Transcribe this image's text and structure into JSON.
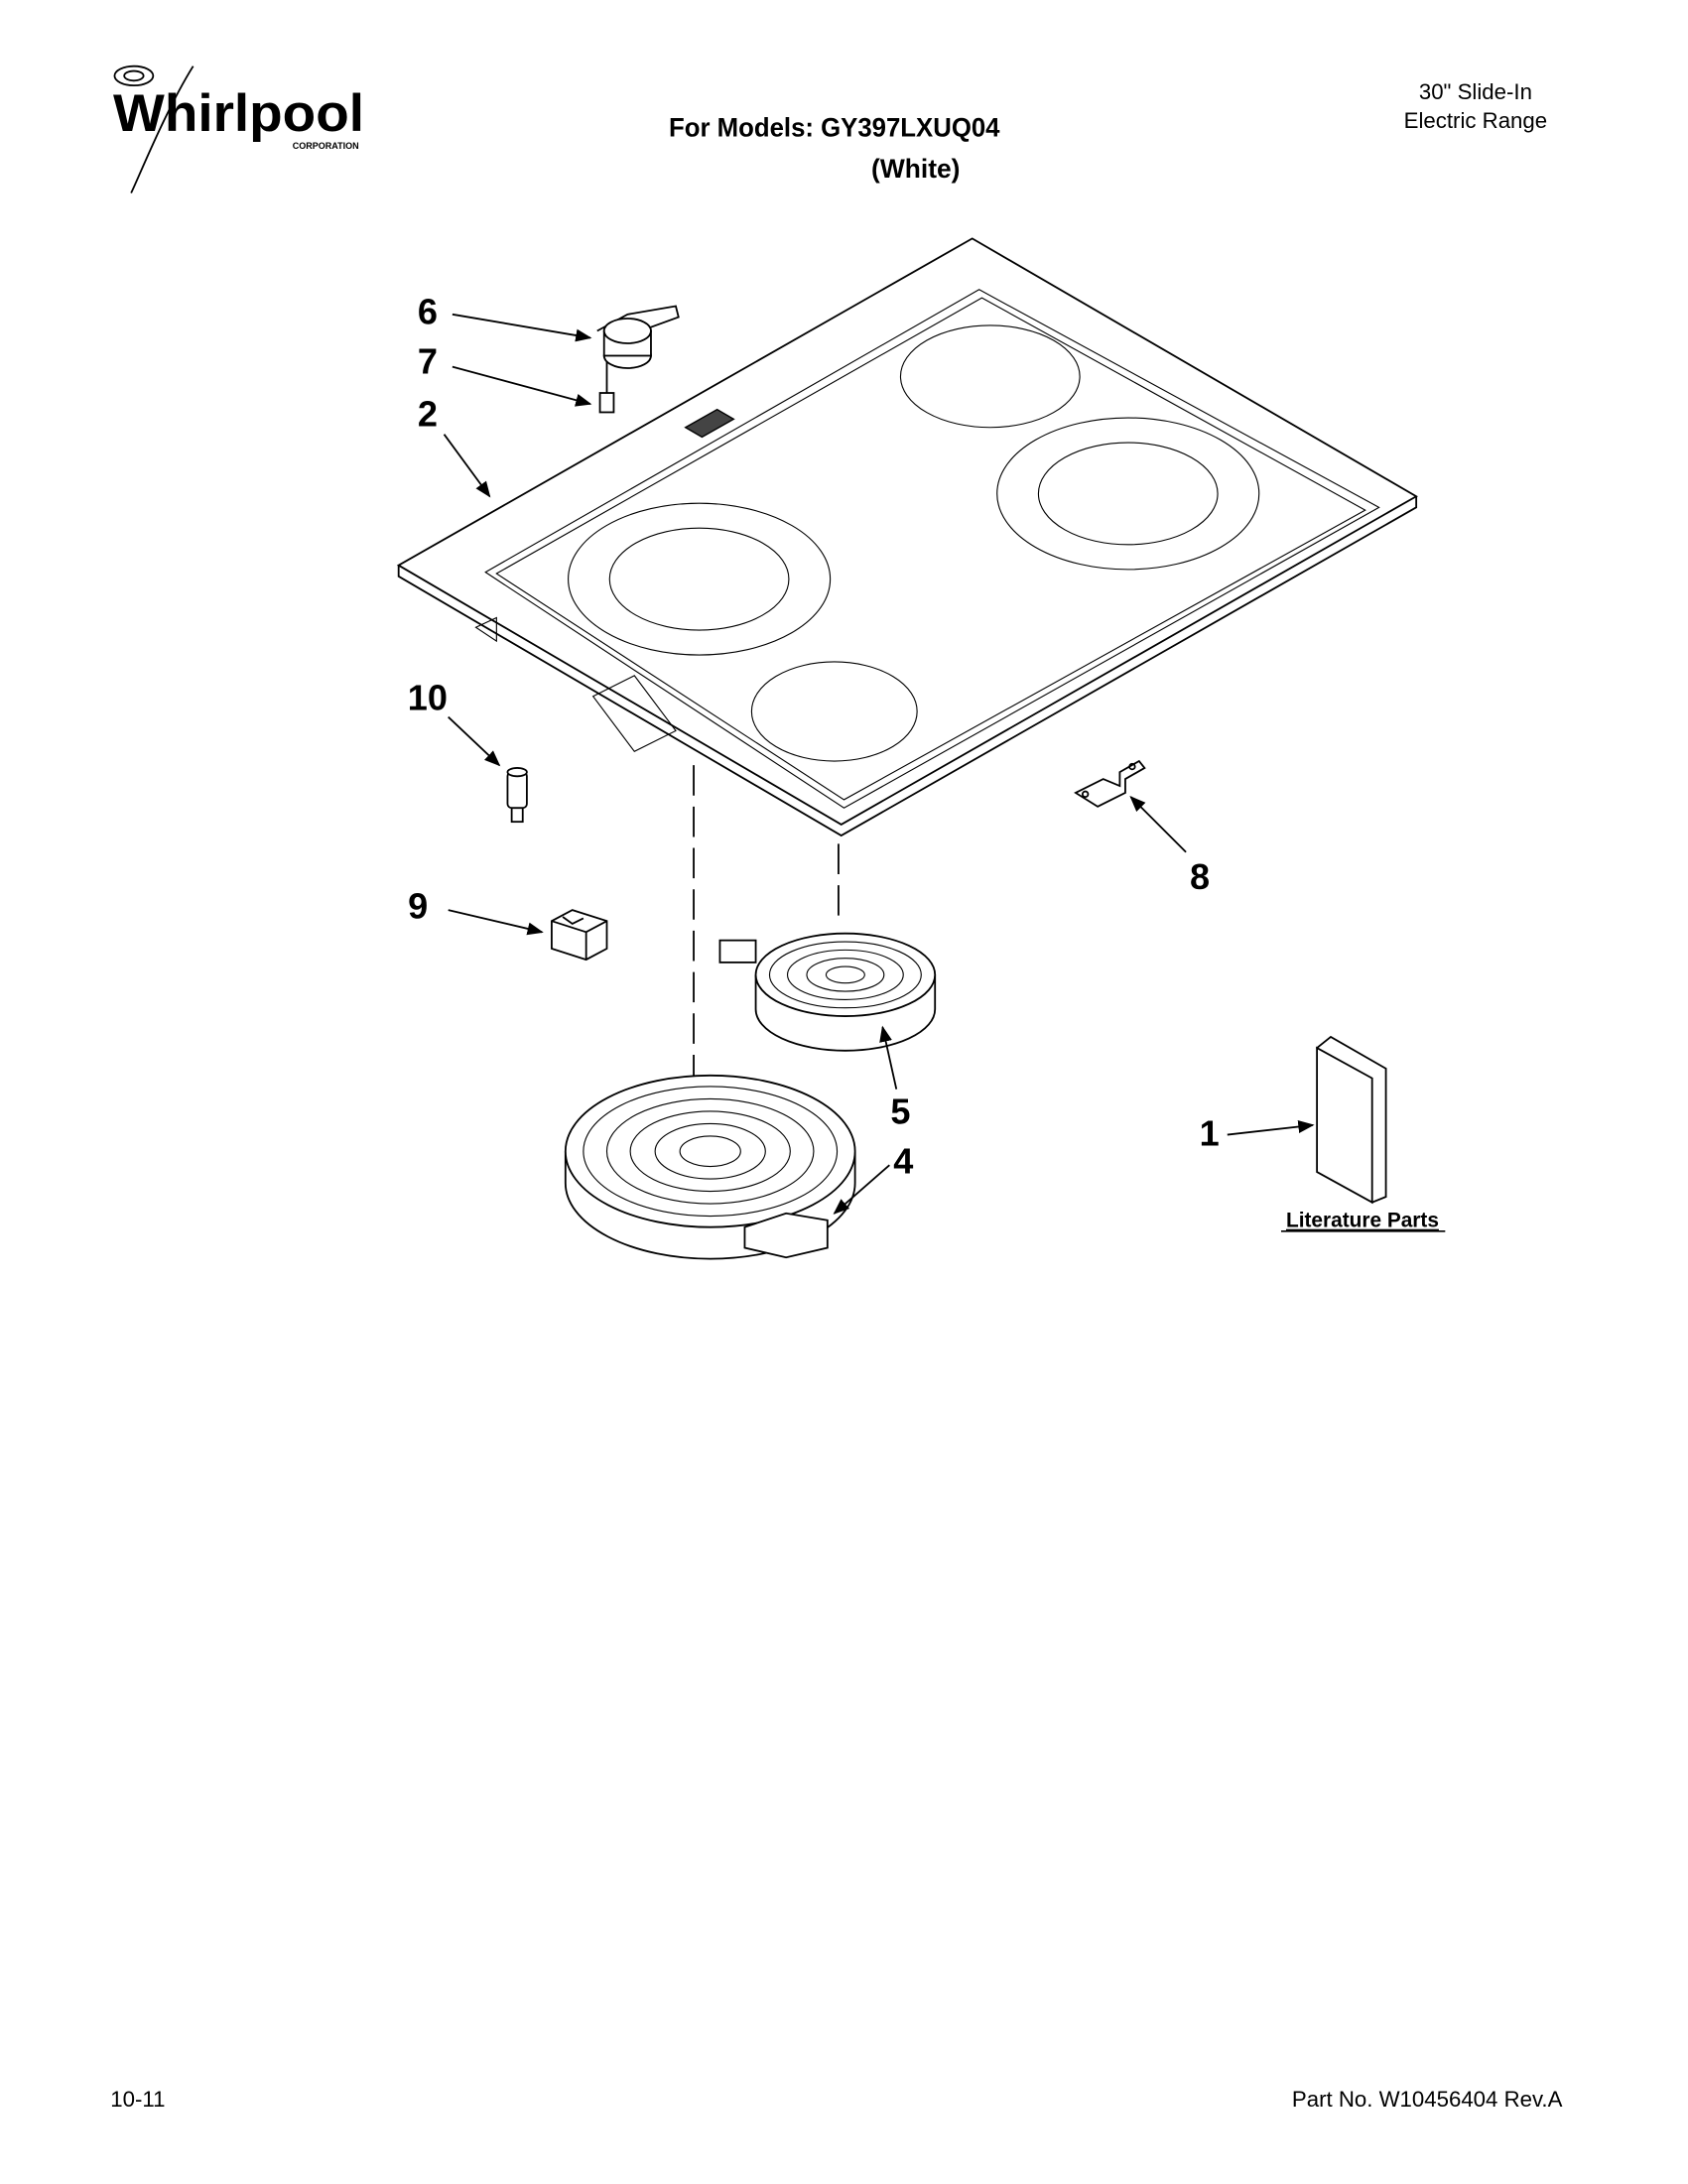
{
  "header": {
    "brand": "Whirlpool",
    "brand_sub": "CORPORATION",
    "models_line": "For Models: GY397LXUQ04",
    "color_line": "(White)",
    "product_line1": "30\" Slide-In",
    "product_line2": "Electric Range"
  },
  "callouts": [
    "1",
    "2",
    "4",
    "5",
    "6",
    "7",
    "8",
    "9",
    "10"
  ],
  "literature_label": "Literature Parts",
  "footer": {
    "date": "10-11",
    "part_number": "Part No. W10456404 Rev.A"
  }
}
